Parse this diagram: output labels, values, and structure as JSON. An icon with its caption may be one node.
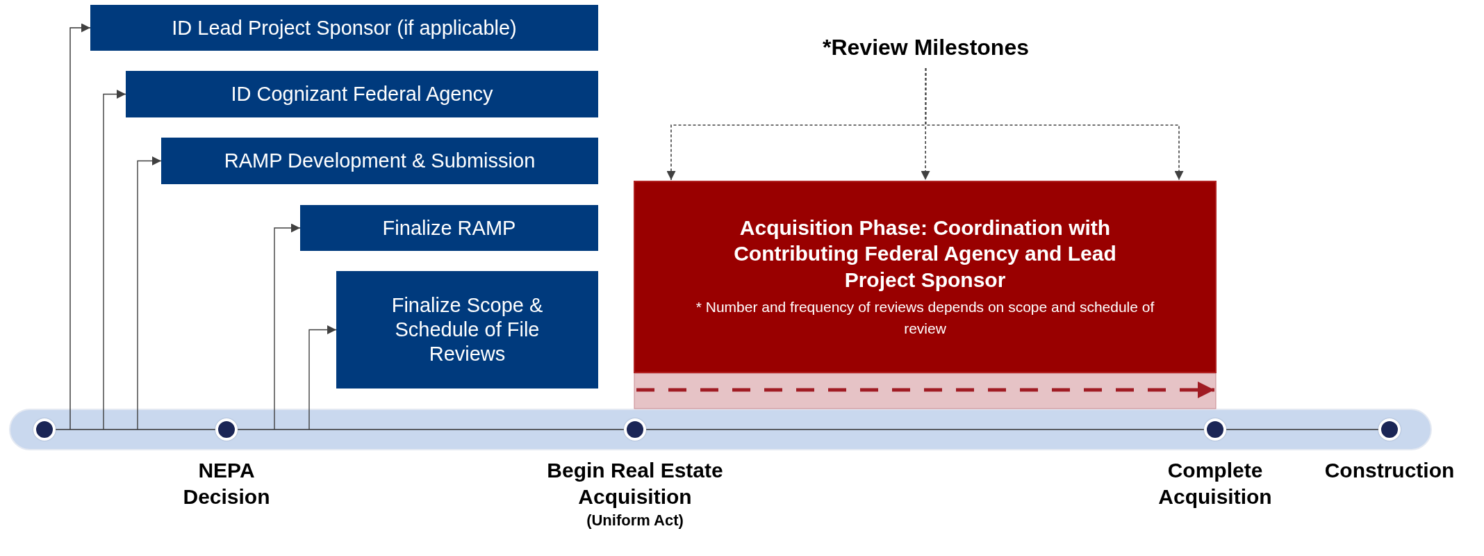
{
  "diagram": {
    "nodes": [
      {
        "text": [
          "ID Lead Project Sponsor (if applicable)"
        ]
      },
      {
        "text": [
          "ID Cognizant Federal Agency"
        ]
      },
      {
        "text": [
          "RAMP Development & Submission"
        ]
      },
      {
        "text": [
          "Finalize RAMP"
        ]
      },
      {
        "text": [
          "Finalize Scope & Schedule of File Reviews"
        ]
      },
      {
        "text": [
          "*Review Milestones"
        ]
      },
      {
        "text": [
          "Acquisition Phase: Coordination with Contributing Federal Agency and Lead Project Sponsor",
          "* Number and frequency of reviews depends on scope and schedule of review"
        ]
      },
      {
        "text": [],
        "shape": "circle"
      },
      {
        "text": [],
        "shape": "circle",
        "beside": [
          "NEPA Decision"
        ]
      },
      {
        "text": [],
        "shape": "circle",
        "beside": [
          "Begin Real Estate Acquisition",
          "(Uniform Act)"
        ]
      },
      {
        "text": [],
        "shape": "circle",
        "beside": [
          "Complete Acquisition"
        ]
      },
      {
        "text": [],
        "shape": "circle",
        "beside": [
          "Construction"
        ]
      }
    ],
    "edges": [
      {
        "from": 7,
        "to": 0,
        "arrow": "to"
      },
      {
        "from": null,
        "to": 1,
        "arrow": "to"
      },
      {
        "from": null,
        "to": 2,
        "arrow": "to"
      },
      {
        "from": null,
        "to": 3,
        "arrow": "to"
      },
      {
        "from": null,
        "to": 4,
        "arrow": "to"
      },
      {
        "from": 5,
        "to": 6,
        "arrow": "to",
        "style": "dashed"
      },
      {
        "from": 5,
        "to": 6,
        "arrow": "to",
        "style": "dashed"
      },
      {
        "from": 5,
        "to": 6,
        "arrow": "to",
        "style": "dashed"
      },
      {
        "from": 7,
        "to": 8,
        "arrow": "none"
      },
      {
        "from": 8,
        "to": 9,
        "arrow": "none"
      },
      {
        "from": 9,
        "to": 10,
        "arrow": "none"
      },
      {
        "from": 10,
        "to": 11,
        "arrow": "none"
      }
    ]
  }
}
